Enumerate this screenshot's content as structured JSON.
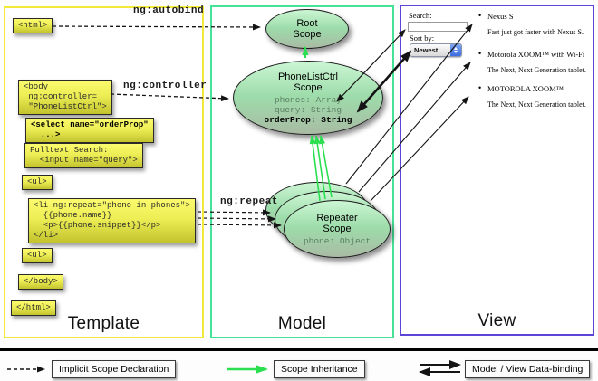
{
  "panels": {
    "template": {
      "label": "Template"
    },
    "model": {
      "label": "Model"
    },
    "view": {
      "label": "View"
    }
  },
  "code_boxes": {
    "html_open": "<html>",
    "body_open": "<body\n ng:controller=\n \"PhoneListCtrl\">",
    "select": "<select name=\"orderProp\"\n  ...>",
    "fulltext": "Fulltext Search:\n  <input name=\"query\">",
    "ul_open": "<ul>",
    "li_repeat": "<li ng:repeat=\"phone in phones\">\n  {{phone.name}}\n  <p>{{phone.snippet}}</p>\n</li>",
    "ul_close": "<ul>",
    "body_close": "</body>",
    "html_close": "</html>"
  },
  "edge_labels": {
    "autobind": "ng:autobind",
    "controller": "ng:controller",
    "repeat": "ng:repeat"
  },
  "scopes": {
    "root": {
      "title": "Root\nScope"
    },
    "phone_list_ctrl": {
      "title": "PhoneListCtrl\nScope",
      "props": "phones: Array\nquery: String",
      "bold_prop": "orderProp: String"
    },
    "repeater": {
      "title": "Repeater\nScope",
      "prop": "phone: Object"
    }
  },
  "view": {
    "search_label": "Search:",
    "sort_label": "Sort by:",
    "sort_value": "Newest",
    "bullet_char": "•",
    "items": [
      {
        "title": "Nexus S",
        "desc": "Fast just got faster with Nexus S."
      },
      {
        "title": "Motorola XOOM™ with Wi-Fi",
        "desc": "The Next, Next Generation tablet."
      },
      {
        "title": "MOTOROLA XOOM™",
        "desc": "The Next, Next Generation tablet."
      }
    ]
  },
  "legend": {
    "implicit": "Implicit Scope Declaration",
    "inheritance": "Scope Inheritance",
    "databinding": "Model / View Data-binding"
  },
  "colors": {
    "template_border": "#f2e93b",
    "model_border": "#46e297",
    "view_border": "#5a45d8",
    "inheritance_green": "#2bdf51",
    "arrow_black": "#141414",
    "code_box_top": "#fbfb6e",
    "code_box_bottom": "#c3c32e",
    "scope_top": "#ccf6d4",
    "scope_bottom": "#a9bba4"
  }
}
